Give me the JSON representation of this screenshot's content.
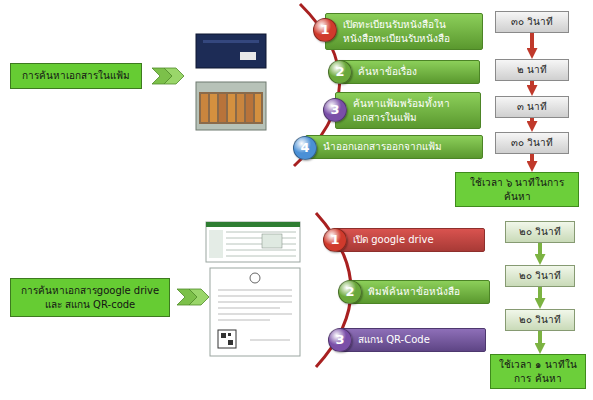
{
  "diagram": {
    "nodes": [
      {
        "text": [
          "การค้นหาเอกสารในแฟ้ม"
        ]
      },
      {
        "text": [
          "1"
        ]
      },
      {
        "text": [
          "เปิดทะเบียนรับหนังสือใน หนังสือทะเบียนรับหนังสือ"
        ]
      },
      {
        "text": [
          "๓๐ วินาที"
        ]
      },
      {
        "text": [
          "2"
        ]
      },
      {
        "text": [
          "ค้นหาข้อเรื่อง"
        ]
      },
      {
        "text": [
          "๒ นาที"
        ]
      },
      {
        "text": [
          "3"
        ]
      },
      {
        "text": [
          "ค้นหาแฟ้มพร้อมทั้งหา เอกสารในแฟ้ม"
        ]
      },
      {
        "text": [
          "๓ นาที"
        ]
      },
      {
        "text": [
          "4"
        ]
      },
      {
        "text": [
          "นำออกเอกสารออกจากแฟ้ม"
        ]
      },
      {
        "text": [
          "๓๐ วินาที"
        ]
      },
      {
        "text": [
          "ใช้เวลา ๖ นาทีในการ ค้นหา"
        ]
      },
      {
        "text": [
          "การค้นหาเอกสารgoogle drive และ สแกน QR-code"
        ]
      },
      {
        "text": [
          "1"
        ]
      },
      {
        "text": [
          "เปิด google drive"
        ]
      },
      {
        "text": [
          "๒๐ วินาที"
        ]
      },
      {
        "text": [
          "2"
        ]
      },
      {
        "text": [
          "พิมพ์ค้นหาข้อหนังสือ"
        ]
      },
      {
        "text": [
          "๒๐ วินาที"
        ]
      },
      {
        "text": [
          "3"
        ]
      },
      {
        "text": [
          "สแกน QR-Code"
        ]
      },
      {
        "text": [
          "๒๐ วินาที"
        ]
      },
      {
        "text": [
          "ใช้เวลา ๑ นาทีในการ ค้นหา"
        ]
      }
    ],
    "edges": [
      {
        "from": 3,
        "to": 6,
        "arrow": "to"
      },
      {
        "from": 6,
        "to": 9,
        "arrow": "to"
      },
      {
        "from": 9,
        "to": 12,
        "arrow": "to"
      },
      {
        "from": 12,
        "to": 13,
        "arrow": "to"
      },
      {
        "from": 17,
        "to": 20,
        "arrow": "to"
      },
      {
        "from": 20,
        "to": 23,
        "arrow": "to"
      },
      {
        "from": 23,
        "to": 24,
        "arrow": "to"
      }
    ]
  }
}
